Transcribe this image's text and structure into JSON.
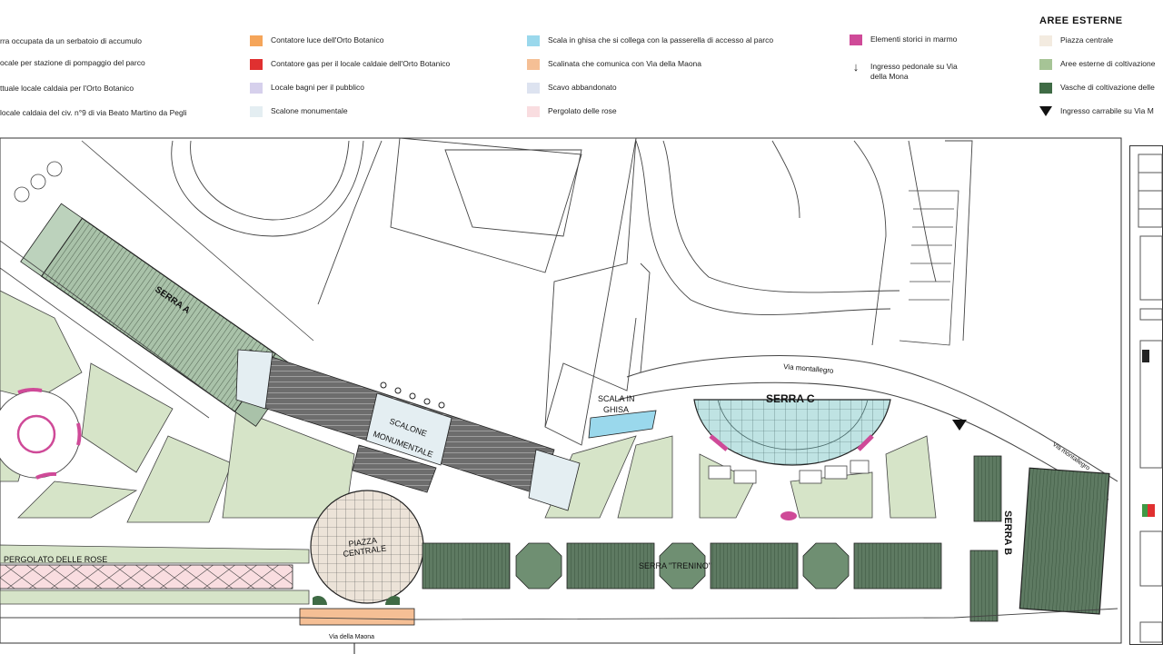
{
  "legend": {
    "heading": "AREE ESTERNE",
    "items": [
      {
        "id": "serbatoio",
        "label": "rra occupata da un serbatoio di accumulo",
        "color": "#ffffff"
      },
      {
        "id": "pompaggio",
        "label": "ocale per stazione di pompaggio del parco",
        "color": "#ffffff"
      },
      {
        "id": "caldaia-orto",
        "label": "ttuale locale caldaia per l'Orto Botanico",
        "color": "#ffffff"
      },
      {
        "id": "caldaia-civ",
        "label": "locale caldaia del civ. n°9 di via Beato Martino da Pegli",
        "color": "#ffffff"
      },
      {
        "id": "luce",
        "label": "Contatore luce dell'Orto Botanico",
        "color": "#f5a55a"
      },
      {
        "id": "gas",
        "label": "Contatore gas per il locale caldaie dell'Orto Botanico",
        "color": "#e03030"
      },
      {
        "id": "bagni",
        "label": "Locale bagni per il pubblico",
        "color": "#d6d0ec"
      },
      {
        "id": "scalone",
        "label": "Scalone monumentale",
        "color": "#e4eef2"
      },
      {
        "id": "ghisa",
        "label": "Scala in ghisa che si collega con la passerella di accesso al parco",
        "color": "#9ad8ec"
      },
      {
        "id": "scalinata",
        "label": "Scalinata che comunica con Via della Maona",
        "color": "#f5bf95"
      },
      {
        "id": "scavo",
        "label": "Scavo abbandonato",
        "color": "#dde3f0"
      },
      {
        "id": "pergolato",
        "label": "Pergolato delle rose",
        "color": "#f9dde0"
      },
      {
        "id": "marmo",
        "label": "Elementi storici in marmo",
        "color": "#cf4a98"
      },
      {
        "id": "ingresso-ped",
        "label": "Ingresso pedonale su Via della Mona",
        "icon": "down-arrow-icon"
      },
      {
        "id": "piazza",
        "label": "Piazza centrale",
        "color": "#f3ebe0"
      },
      {
        "id": "coltivazione",
        "label": "Aree esterne di coltivazione",
        "color": "#a6c496"
      },
      {
        "id": "vasche",
        "label": "Vasche di coltivazione delle",
        "color": "#3f6b45"
      },
      {
        "id": "carrabile",
        "label": "Ingresso carrabile su Via M",
        "icon": "triangle-down-icon"
      }
    ]
  },
  "map_labels": {
    "serra_a": "SERRA A",
    "serra_b": "SERRA B",
    "serra_c": "SERRA C",
    "scala_ghisa_1": "SCALA IN",
    "scala_ghisa_2": "GHISA",
    "scalone_1": "SCALONE",
    "scalone_2": "MONUMENTALE",
    "piazza_1": "PIAZZA",
    "piazza_2": "CENTRALE",
    "pergolato": "PERGOLATO DELLE ROSE",
    "serra_trenino": "SERRA \"TRENINO\"",
    "via_maona": "Via della Maona",
    "via_montallegro_1": "Via montallegro",
    "via_montallegro_2": "Via montallegro"
  },
  "colors": {
    "serra_green": "#a9c2a9",
    "dark_green": "#3f6b45",
    "lawn_green": "#d6e4c8",
    "serra_c_blue": "#bfe3e3",
    "pink": "#f9dde0",
    "magenta": "#cf4a98"
  }
}
